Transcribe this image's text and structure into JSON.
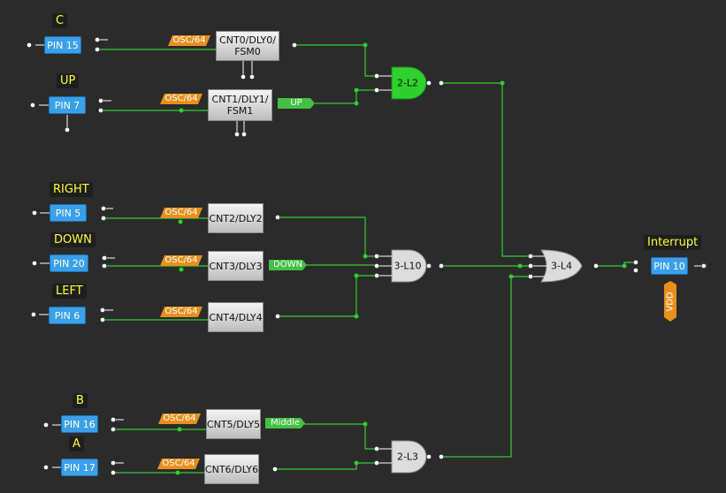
{
  "labels": {
    "c": "C",
    "up": "UP",
    "right": "RIGHT",
    "down": "DOWN",
    "left": "LEFT",
    "b": "B",
    "a": "A",
    "interrupt": "Interrupt"
  },
  "pins": {
    "pin15": "PIN 15",
    "pin7": "PIN 7",
    "pin5": "PIN 5",
    "pin20": "PIN 20",
    "pin6": "PIN 6",
    "pin16": "PIN 16",
    "pin17": "PIN 17",
    "pin10": "PIN 10"
  },
  "osc": "OSC/64",
  "blocks": {
    "cnt0": "CNT0/DLY0/\nFSM0",
    "cnt1": "CNT1/DLY1/\nFSM1",
    "cnt2": "CNT2/DLY2",
    "cnt3": "CNT3/DLY3",
    "cnt4": "CNT4/DLY4",
    "cnt5": "CNT5/DLY5",
    "cnt6": "CNT6/DLY6"
  },
  "gates": {
    "and_l2": "2-L2",
    "and_l10": "3-L10",
    "and_l3": "2-L3",
    "or_l4": "3-L4"
  },
  "signals": {
    "up": "UP",
    "down": "DOWN",
    "middle": "Middle"
  },
  "supply": "VDD",
  "colors": {
    "wire": "#33cc33",
    "pin": "#3aa0ea",
    "osc": "#e8901c",
    "background": "#2b2b2b"
  }
}
